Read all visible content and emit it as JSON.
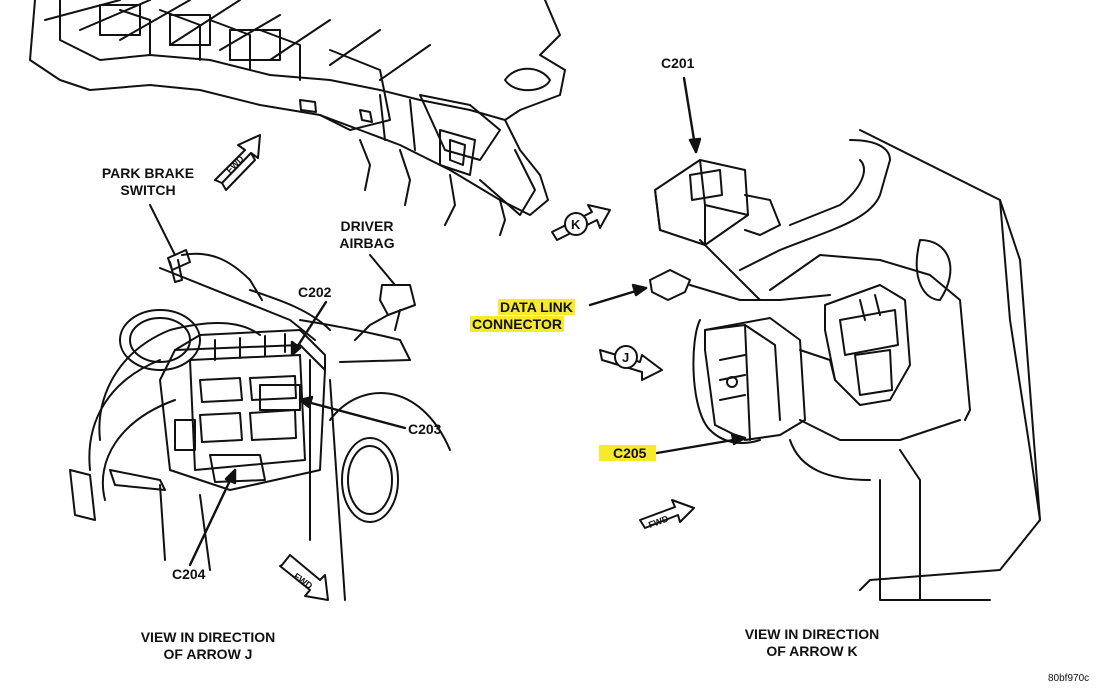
{
  "labels": {
    "park_brake_switch": "PARK BRAKE SWITCH",
    "driver_airbag": "DRIVER AIRBAG",
    "c201": "C201",
    "c202": "C202",
    "c203": "C203",
    "c204": "C204",
    "c205": "C205",
    "data_link_connector_line1": "DATA LINK",
    "data_link_connector_line2": "CONNECTOR",
    "view_j_line1": "VIEW IN DIRECTION",
    "view_j_line2": "OF ARROW J",
    "view_k_line1": "VIEW IN DIRECTION",
    "view_k_line2": "OF ARROW K",
    "arrow_k": "K",
    "arrow_j": "J",
    "fwd": "FWD",
    "figure_ref": "80bf970c"
  },
  "colors": {
    "line": "#111111",
    "highlight": "#f6ea2a",
    "background": "#ffffff"
  }
}
